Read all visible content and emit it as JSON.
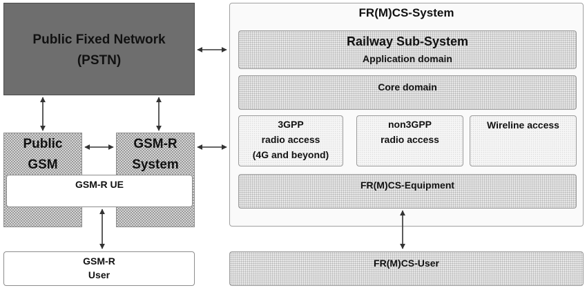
{
  "pstn": {
    "line1": "Public Fixed Network",
    "line2": "(PSTN)"
  },
  "public_gsm": {
    "line1": "Public",
    "line2": "GSM"
  },
  "gsmr_system": {
    "line1": "GSM-R",
    "line2": "System"
  },
  "gsmr_ue": {
    "label": "GSM-R UE"
  },
  "gsmr_user": {
    "line1": "GSM-R",
    "line2": "User"
  },
  "frmcs_system": {
    "title": "FR(M)CS-System"
  },
  "railway": {
    "title": "Railway Sub-System",
    "subtitle": "Application domain"
  },
  "core": {
    "label": "Core domain"
  },
  "access": {
    "gpp": {
      "line1": "3GPP",
      "line2": "radio access",
      "line3": "(4G and beyond)"
    },
    "non3gpp": {
      "line1": "non3GPP",
      "line2": "radio access"
    },
    "wireline": {
      "label": "Wireline access"
    }
  },
  "equipment": {
    "label": "FR(M)CS-Equipment"
  },
  "frmcs_user": {
    "label": "FR(M)CS-User"
  },
  "colors": {
    "pstn_fill": "#6e6e6e",
    "border": "#8c8c8c",
    "arrow": "#333333"
  }
}
